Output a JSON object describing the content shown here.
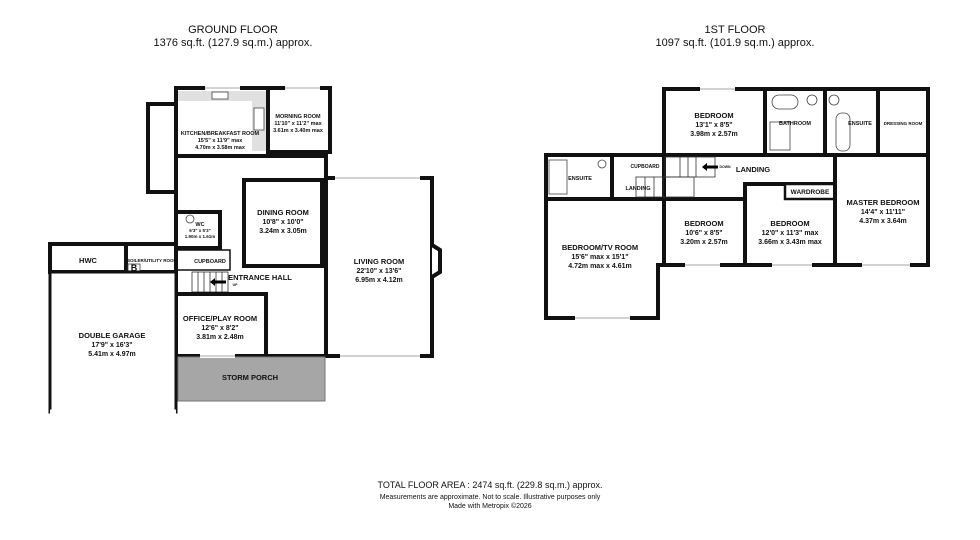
{
  "ground_floor": {
    "title": "GROUND FLOOR",
    "area": "1376 sq.ft. (127.9 sq.m.) approx.",
    "rooms": {
      "kitchen": {
        "name": "KITCHEN/BREAKFAST ROOM",
        "imperial": "15'5\" x 11'9\" max",
        "metric": "4.70m x 3.58m max"
      },
      "morning": {
        "name": "MORNING ROOM",
        "imperial": "11'10\" x 11'2\" max",
        "metric": "3.61m x 3.40m max"
      },
      "dining": {
        "name": "DINING ROOM",
        "imperial": "10'8\" x 10'0\"",
        "metric": "3.24m x 3.05m"
      },
      "wc": {
        "name": "WC",
        "imperial": "6'3\" x 5'3\"",
        "metric": "1.90m x 1.61m"
      },
      "living": {
        "name": "LIVING ROOM",
        "imperial": "22'10\" x 13'6\"",
        "metric": "6.95m x 4.12m"
      },
      "hwc": {
        "name": "HWC"
      },
      "utility": {
        "name": "BOILER/UTILITY ROOM",
        "boiler_mark": "B"
      },
      "cupboard": {
        "name": "CUPBOARD"
      },
      "hall": {
        "name": "ENTRANCE HALL",
        "stairs": "UP"
      },
      "office": {
        "name": "OFFICE/PLAY ROOM",
        "imperial": "12'6\" x 8'2\"",
        "metric": "3.81m x 2.48m"
      },
      "garage": {
        "name": "DOUBLE GARAGE",
        "imperial": "17'9\" x 16'3\"",
        "metric": "5.41m x 4.97m"
      },
      "porch": {
        "name": "STORM PORCH"
      }
    },
    "porch_color": "#a6a6a6"
  },
  "first_floor": {
    "title": "1ST FLOOR",
    "area": "1097 sq.ft. (101.9 sq.m.) approx.",
    "rooms": {
      "bedroom_top": {
        "name": "BEDROOM",
        "imperial": "13'1\" x 8'5\"",
        "metric": "3.98m x 2.57m"
      },
      "bathroom": {
        "name": "BATHROOM"
      },
      "ensuite_right": {
        "name": "ENSUITE"
      },
      "dressing": {
        "name": "DRESSING ROOM"
      },
      "ensuite_left": {
        "name": "ENSUITE"
      },
      "cupboard": {
        "name": "CUPBOARD"
      },
      "landing_small": {
        "name": "LANDING"
      },
      "landing": {
        "name": "LANDING",
        "stairs": "DOWN"
      },
      "tv_room": {
        "name": "BEDROOM/TV ROOM",
        "imperial": "15'6\" max x 15'1\"",
        "metric": "4.72m max x 4.61m"
      },
      "bedroom_mid": {
        "name": "BEDROOM",
        "imperial": "10'6\" x 8'5\"",
        "metric": "3.20m x 2.57m"
      },
      "bedroom_right": {
        "name": "BEDROOM",
        "imperial": "12'0\" x 11'3\" max",
        "metric": "3.66m x 3.43m max"
      },
      "wardrobe": {
        "name": "WARDROBE"
      },
      "master": {
        "name": "MASTER BEDROOM",
        "imperial": "14'4\" x 11'11\"",
        "metric": "4.37m x 3.64m"
      }
    }
  },
  "footer": {
    "total": "TOTAL FLOOR AREA : 2474 sq.ft. (229.8 sq.m.) approx.",
    "disclaimer": "Measurements are approximate.  Not to scale.  Illustrative purposes only",
    "credit": "Made with Metropix ©2026"
  }
}
